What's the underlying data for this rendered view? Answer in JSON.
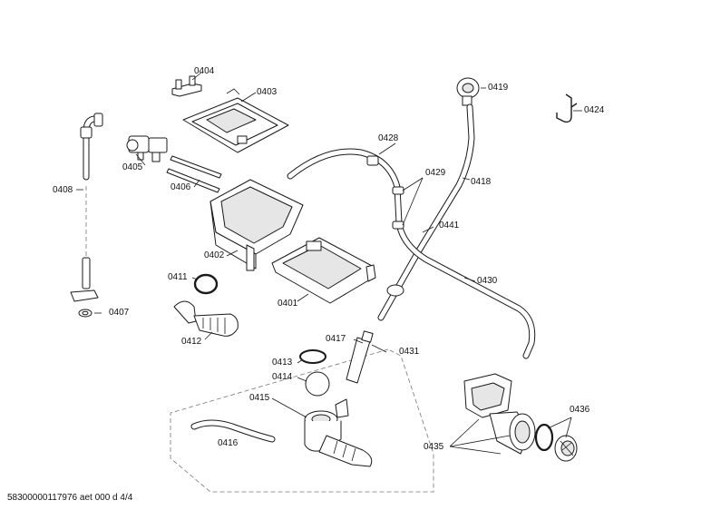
{
  "parts": {
    "p0401": "0401",
    "p0402": "0402",
    "p0403": "0403",
    "p0404": "0404",
    "p0405": "0405",
    "p0406": "0406",
    "p0407": "0407",
    "p0408": "0408",
    "p0411": "0411",
    "p0412": "0412",
    "p0413": "0413",
    "p0414": "0414",
    "p0415": "0415",
    "p0416": "0416",
    "p0417": "0417",
    "p0418": "0418",
    "p0419": "0419",
    "p0424": "0424",
    "p0428": "0428",
    "p0429": "0429",
    "p0430": "0430",
    "p0431": "0431",
    "p0435": "0435",
    "p0436": "0436",
    "p0441": "0441"
  },
  "footer": {
    "doc_id": "58300000117976 aet 000 d 4/4"
  }
}
